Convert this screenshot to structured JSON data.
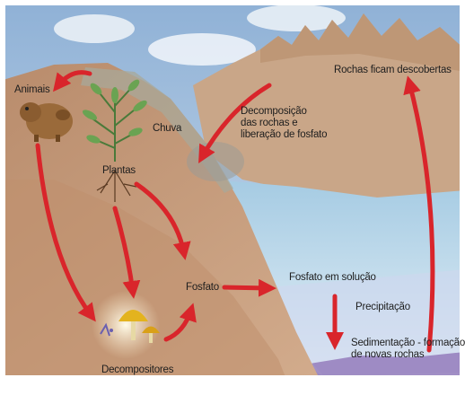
{
  "diagram": {
    "labels": {
      "animais": "Animais",
      "plantas": "Plantas",
      "chuva": "Chuva",
      "decomposicao_line1": "Decomposição",
      "decomposicao_line2": "das rochas e",
      "decomposicao_line3": "liberação de fosfato",
      "rochas": "Rochas ficam descobertas",
      "fosfato": "Fosfato",
      "fosfato_solucao": "Fosfato em solução",
      "precipitacao": "Precipitação",
      "sedimentacao_line1": "Sedimentação - formação",
      "sedimentacao_line2": "de novas rochas",
      "decompositores": "Decompositores"
    },
    "colors": {
      "arrow": "#d9252b",
      "sky": "#a9c4de",
      "water": "#b9d8ea",
      "soil": "#c49a78",
      "mountain": "#c9a688"
    },
    "icons": [
      "animal-icon",
      "plant-icon",
      "mushroom-icon"
    ]
  }
}
